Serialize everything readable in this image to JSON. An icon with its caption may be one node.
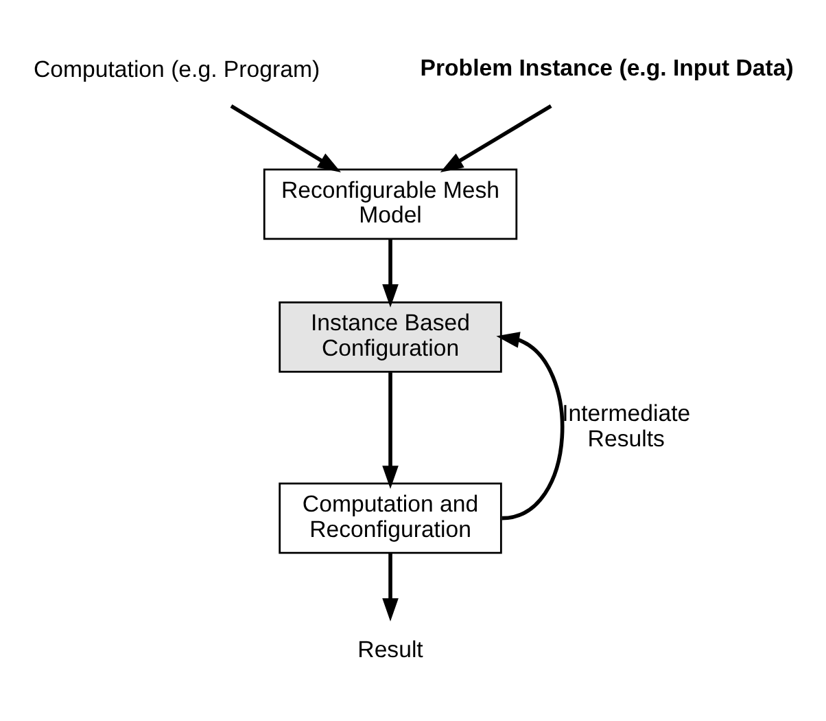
{
  "diagram": {
    "nodes": [
      {
        "text": [
          "Computation (e.g. Program)"
        ]
      },
      {
        "text": [
          "Problem Instance (e.g. Input Data)"
        ]
      },
      {
        "text": [
          "Reconfigurable Mesh Model"
        ]
      },
      {
        "text": [
          "Instance Based Configuration"
        ]
      },
      {
        "text": [
          "Computation and Reconfiguration"
        ]
      },
      {
        "text": [
          "Result"
        ]
      }
    ],
    "edges": [
      {
        "from": 0,
        "to": 2,
        "arrow": "to"
      },
      {
        "from": 1,
        "to": 2,
        "arrow": "to"
      },
      {
        "from": 2,
        "to": 3,
        "arrow": "to"
      },
      {
        "from": 3,
        "to": 4,
        "arrow": "to"
      },
      {
        "from": 4,
        "to": 3,
        "arrow": "to",
        "label": "Intermediate Results"
      },
      {
        "from": 4,
        "to": 5,
        "arrow": "to"
      }
    ]
  }
}
